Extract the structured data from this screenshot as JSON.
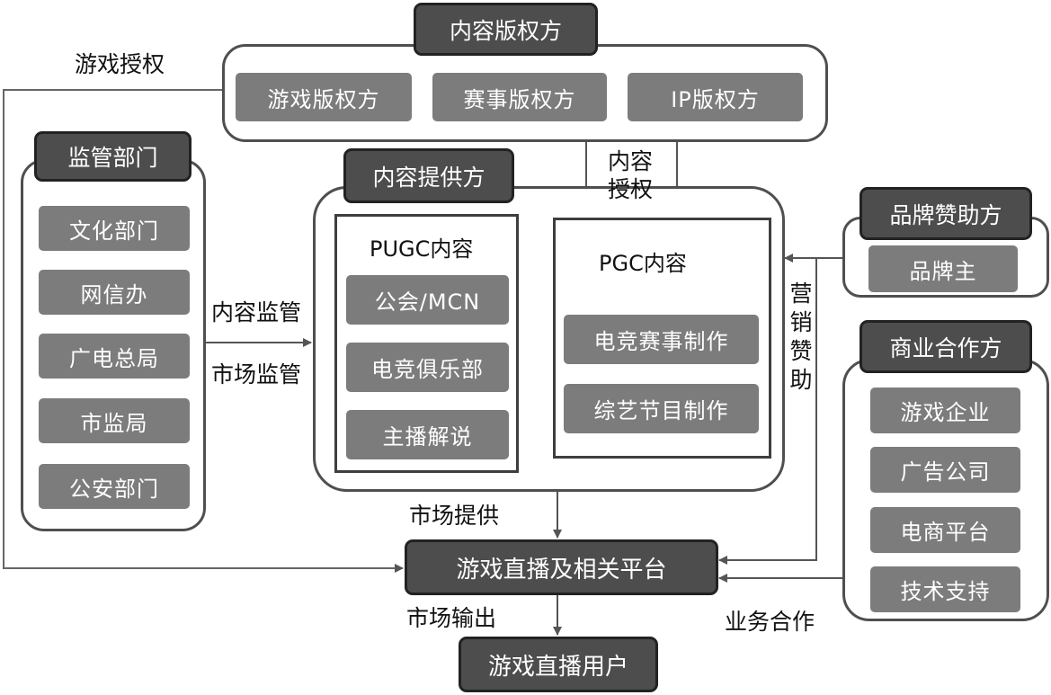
{
  "copyright_holders": {
    "title": "内容版权方",
    "items": [
      "游戏版权方",
      "赛事版权方",
      "IP版权方"
    ]
  },
  "regulators": {
    "title": "监管部门",
    "items": [
      "文化部门",
      "网信办",
      "广电总局",
      "市监局",
      "公安部门"
    ]
  },
  "content_providers": {
    "title": "内容提供方",
    "pugc": {
      "title": "PUGC内容",
      "items": [
        "公会/MCN",
        "电竞俱乐部",
        "主播解说"
      ]
    },
    "pgc": {
      "title": "PGC内容",
      "items": [
        "电竞赛事制作",
        "综艺节目制作"
      ]
    }
  },
  "brand_sponsors": {
    "title": "品牌赞助方",
    "items": [
      "品牌主"
    ]
  },
  "business_partners": {
    "title": "商业合作方",
    "items": [
      "游戏企业",
      "广告公司",
      "电商平台",
      "技术支持"
    ]
  },
  "platform": {
    "title": "游戏直播及相关平台"
  },
  "users": {
    "title": "游戏直播用户"
  },
  "edge_labels": {
    "game_license": "游戏授权",
    "content_license_1": "内容",
    "content_license_2": "授权",
    "content_supervision": "内容监管",
    "market_supervision": "市场监管",
    "marketing_sponsorship_chars": [
      "营",
      "销",
      "赞",
      "助"
    ],
    "market_supply": "市场提供",
    "market_output": "市场输出",
    "business_cooperation": "业务合作"
  },
  "colors": {
    "header_fill": "#4d4d4d",
    "chip_fill": "#7c7c7c",
    "line": "#555555"
  }
}
